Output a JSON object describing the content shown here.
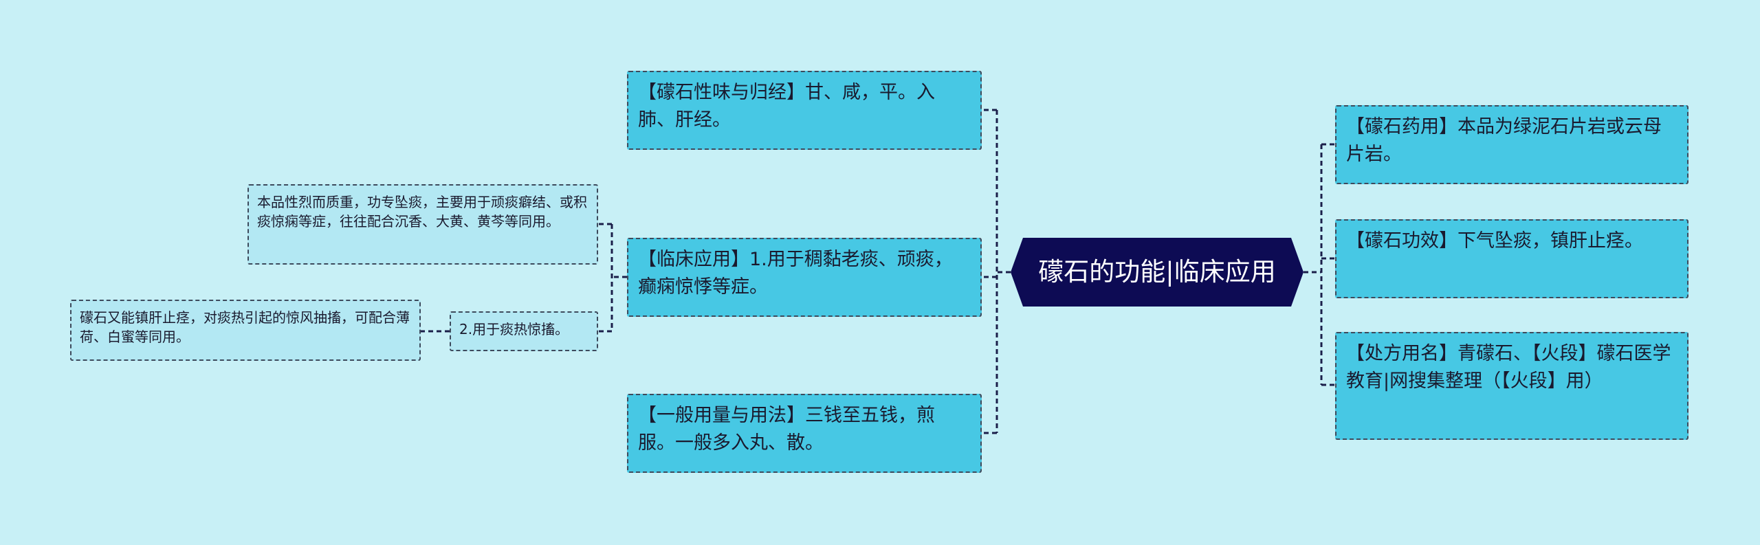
{
  "root": {
    "label": "礞石的功能|临床应用",
    "fill_color": "#0d0b54"
  },
  "left_branches": [
    {
      "label": "【礞石性味与归经】甘、咸，平。入肺、肝经。"
    },
    {
      "label": "【临床应用】1.用于稠黏老痰、顽痰，癫痫惊悸等症。"
    },
    {
      "label": "【一般用量与用法】三钱至五钱，煎服。一般多入丸、散。"
    }
  ],
  "sub_branches": [
    {
      "label": "本品性烈而质重，功专坠痰，主要用于顽痰癖结、或积痰惊痫等症，往往配合沉香、大黄、黄芩等同用。"
    },
    {
      "label": "2.用于痰热惊搐。"
    }
  ],
  "leaf_branches": [
    {
      "label": "礞石又能镇肝止痉，对痰热引起的惊风抽搐，可配合薄荷、白蜜等同用。"
    }
  ],
  "right_branches": [
    {
      "label": "【礞石药用】本品为绿泥石片岩或云母片岩。"
    },
    {
      "label": "【礞石功效】下气坠痰，镇肝止痉。"
    },
    {
      "label": "【处方用名】青礞石、【火段】礞石医学教育|网搜集整理（【火段】用）"
    }
  ],
  "colors": {
    "background": "#c8f0f6",
    "primary_node": "#47c8e4",
    "secondary_node": "#b3e8f3",
    "connector": "#1b1f4a",
    "root_text": "#ffffff"
  }
}
